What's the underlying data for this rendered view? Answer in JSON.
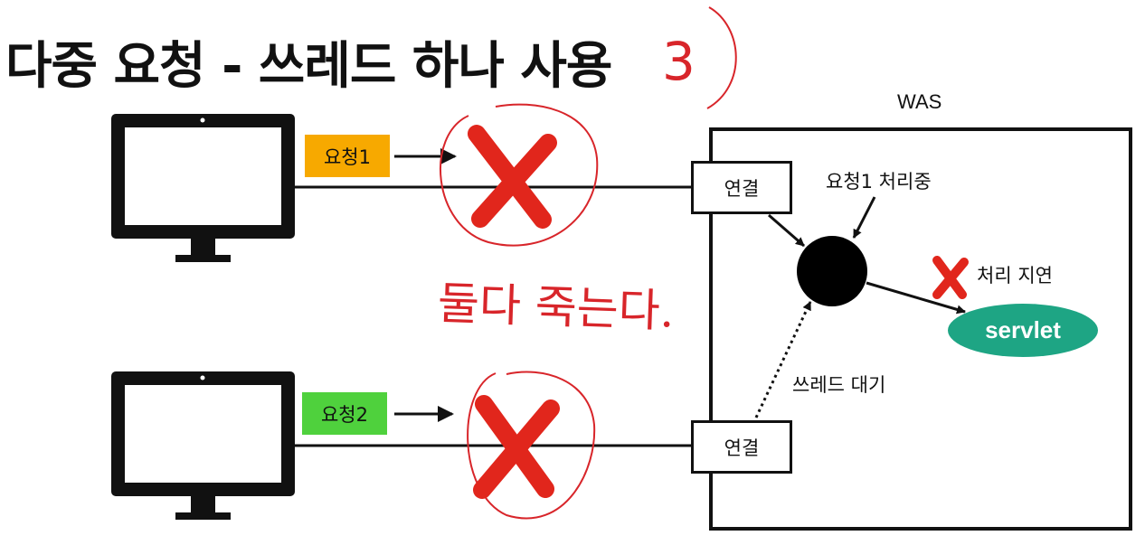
{
  "title": "다중 요청 - 쓰레드 하나 사용",
  "title_annotation": "3",
  "was": {
    "label": "WAS"
  },
  "requests": [
    {
      "label": "요청1",
      "color": "#f7a900"
    },
    {
      "label": "요청2",
      "color": "#4fd13d"
    }
  ],
  "connections": [
    {
      "label": "연결"
    },
    {
      "label": "연결"
    }
  ],
  "thread": {
    "processing_label": "요청1 처리중",
    "waiting_label": "쓰레드 대기"
  },
  "delay_label": "처리 지연",
  "servlet": {
    "label": "servlet",
    "color": "#1ea584"
  },
  "handwritten_note": "둘다 죽는다.",
  "colors": {
    "cross": "#e1261c",
    "ink": "#111111",
    "pen": "#d8252a"
  }
}
